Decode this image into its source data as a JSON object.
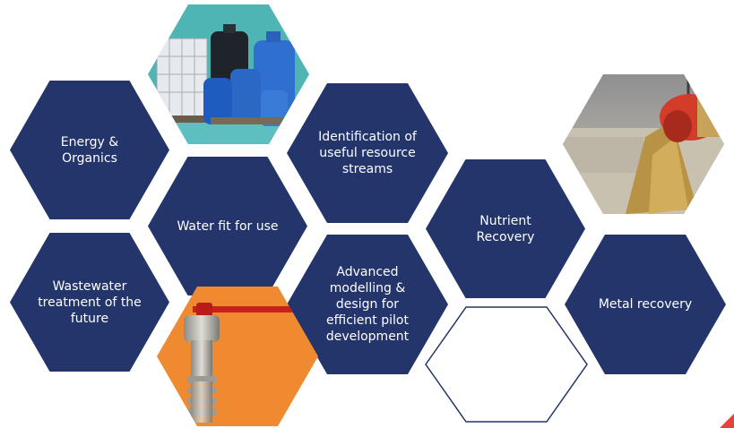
{
  "hexagons": {
    "energy_organics": "Energy &\nOrganics",
    "water_fit": "Water fit for use",
    "identification": "Identification of\nuseful resource\nstreams",
    "nutrient": "Nutrient\nRecovery",
    "wastewater": "Wastewater\ntreatment of the\nfuture",
    "advanced": "Advanced\nmodelling &\ndesign for\nefficient pilot\ndevelopment",
    "metal": "Metal recovery"
  },
  "images": {
    "tanks": "water-tanks-photo",
    "sludge": "sludge-pouring-photo",
    "tap": "water-tap-photo"
  },
  "colors": {
    "hex_fill": "#24356b",
    "tank_bg": "#4fb5b4",
    "tap_bg": "#f08a30",
    "accent": "#e8433b"
  }
}
